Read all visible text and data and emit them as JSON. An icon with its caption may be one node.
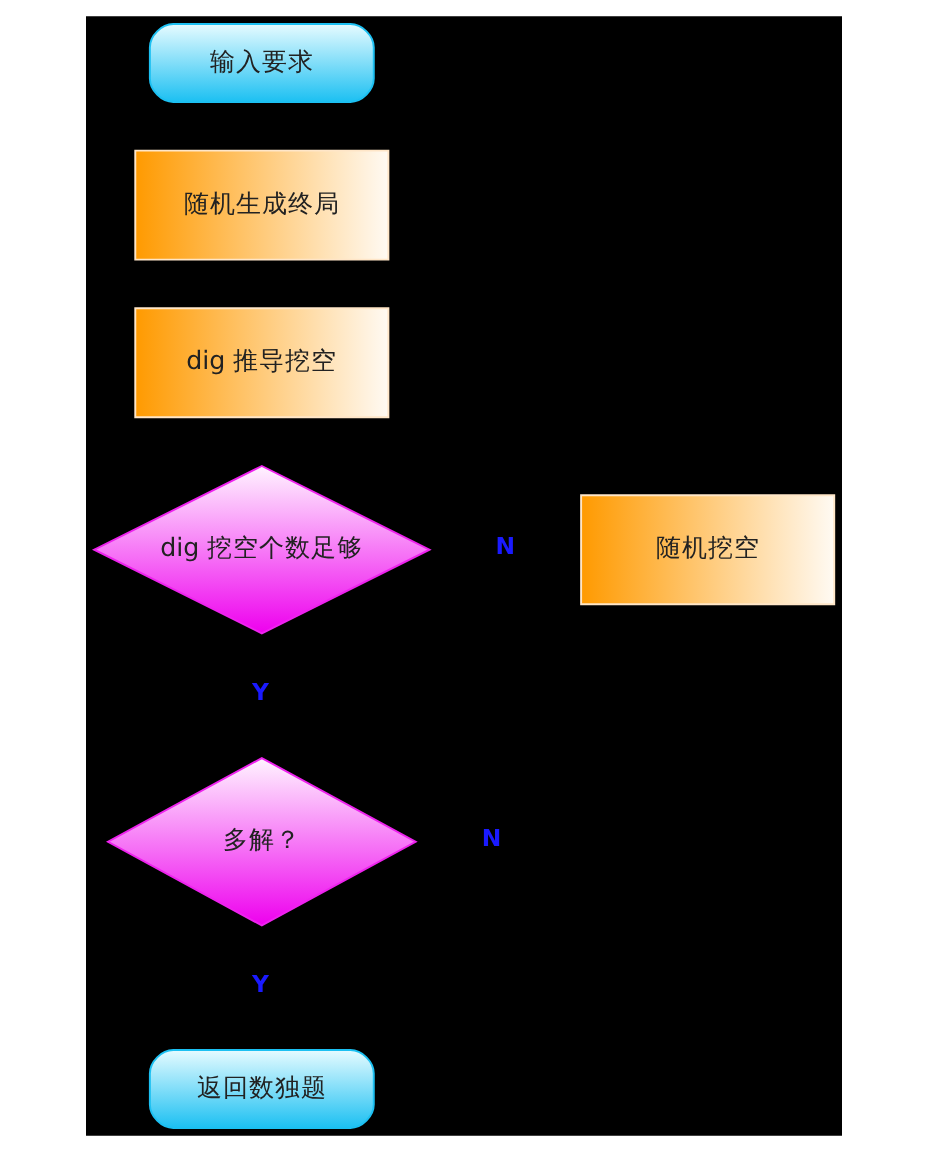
{
  "diagram": {
    "nodes": [
      {
        "text": [
          "输入要求"
        ]
      },
      {
        "text": [
          "随机生成终局"
        ]
      },
      {
        "text": [
          "dig 推导挖空"
        ]
      },
      {
        "text": [
          "dig 挖空个数足够"
        ]
      },
      {
        "text": [
          "随机挖空"
        ]
      },
      {
        "text": [
          "多解？"
        ]
      },
      {
        "text": [
          "返回数独题"
        ]
      }
    ],
    "labels": [
      "N",
      "Y",
      "N",
      "Y"
    ]
  }
}
